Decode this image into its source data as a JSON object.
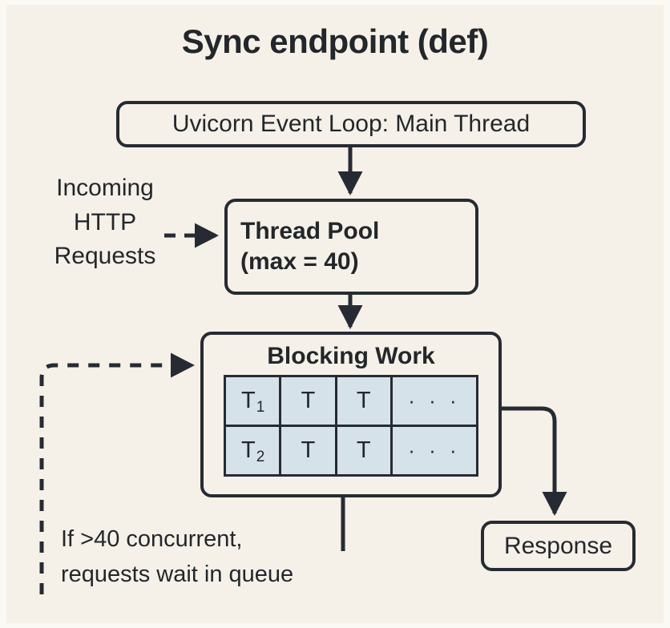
{
  "diagram": {
    "title": "Sync endpoint (def)",
    "background_color": "#f5f1e8",
    "line_color": "#262b33",
    "cell_color": "#d6e2ea",
    "text_color": "#23272b"
  },
  "nodes": {
    "uvicorn": {
      "label": "Uvicorn Event Loop: Main Thread"
    },
    "threadpool": {
      "line1": "Thread Pool",
      "line2": "(max = 40)"
    },
    "blocking": {
      "title": "Blocking Work"
    },
    "response": {
      "label": "Response"
    }
  },
  "labels": {
    "incoming": {
      "line1": "Incoming",
      "line2": "HTTP",
      "line3": "Requests"
    },
    "queue": {
      "line1": "If >40 concurrent,",
      "line2": "requests wait in queue"
    }
  },
  "thread_grid": {
    "rows": [
      {
        "cells": [
          {
            "text": "T",
            "sub": "1"
          },
          {
            "text": "T",
            "sub": ""
          },
          {
            "text": "T",
            "sub": ""
          },
          {
            "text": "· · ·",
            "sub": ""
          }
        ]
      },
      {
        "cells": [
          {
            "text": "T",
            "sub": "2"
          },
          {
            "text": "T",
            "sub": ""
          },
          {
            "text": "T",
            "sub": ""
          },
          {
            "text": "· · ·",
            "sub": ""
          }
        ]
      }
    ]
  },
  "edges": [
    {
      "name": "uvicorn-to-threadpool",
      "style": "solid",
      "arrow": true
    },
    {
      "name": "incoming-to-threadpool",
      "style": "dashed",
      "arrow": true
    },
    {
      "name": "threadpool-to-blocking",
      "style": "solid",
      "arrow": true
    },
    {
      "name": "blocking-to-response",
      "style": "solid",
      "arrow": true
    },
    {
      "name": "blocking-queue-drop",
      "style": "solid",
      "arrow": false
    },
    {
      "name": "queue-feedback-to-blocking",
      "style": "dashed",
      "arrow": true
    }
  ]
}
